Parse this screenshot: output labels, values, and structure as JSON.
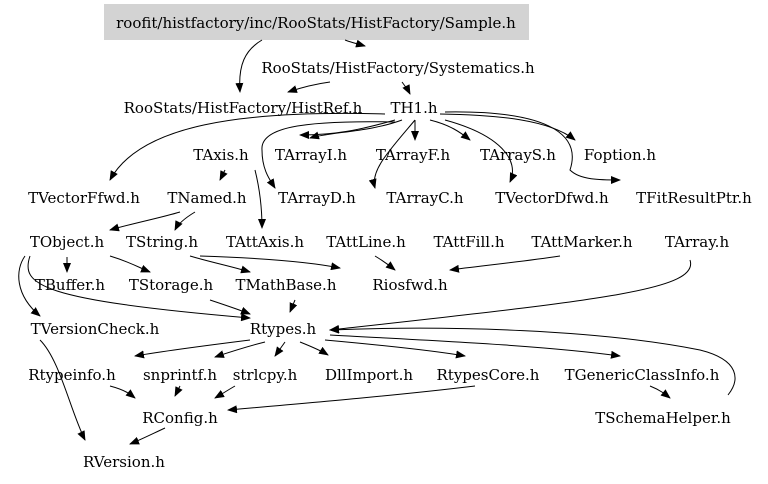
{
  "graph": {
    "root": "roofit/histfactory/inc/RooStats/HistFactory/Sample.h",
    "colors": {
      "root_fill": "#d3d3d3",
      "edge": "#000000",
      "text": "#000000",
      "background": "#ffffff"
    },
    "nodes": [
      {
        "id": "sample",
        "label": "roofit/histfactory/inc/RooStats/HistFactory/Sample.h"
      },
      {
        "id": "systematics",
        "label": "RooStats/HistFactory/Systematics.h"
      },
      {
        "id": "histref",
        "label": "RooStats/HistFactory/HistRef.h"
      },
      {
        "id": "th1",
        "label": "TH1.h"
      },
      {
        "id": "taxis",
        "label": "TAxis.h"
      },
      {
        "id": "tarrayi",
        "label": "TArrayI.h"
      },
      {
        "id": "tarrayf",
        "label": "TArrayF.h"
      },
      {
        "id": "tarrays",
        "label": "TArrayS.h"
      },
      {
        "id": "foption",
        "label": "Foption.h"
      },
      {
        "id": "tvectorffwd",
        "label": "TVectorFfwd.h"
      },
      {
        "id": "tnamed",
        "label": "TNamed.h"
      },
      {
        "id": "tarrayd",
        "label": "TArrayD.h"
      },
      {
        "id": "tarrayc",
        "label": "TArrayC.h"
      },
      {
        "id": "tvectordfwd",
        "label": "TVectorDfwd.h"
      },
      {
        "id": "tfitresultptr",
        "label": "TFitResultPtr.h"
      },
      {
        "id": "tobject",
        "label": "TObject.h"
      },
      {
        "id": "tstring",
        "label": "TString.h"
      },
      {
        "id": "tattaxis",
        "label": "TAttAxis.h"
      },
      {
        "id": "tattline",
        "label": "TAttLine.h"
      },
      {
        "id": "tattfill",
        "label": "TAttFill.h"
      },
      {
        "id": "tattmarker",
        "label": "TAttMarker.h"
      },
      {
        "id": "tarray",
        "label": "TArray.h"
      },
      {
        "id": "tbuffer",
        "label": "TBuffer.h"
      },
      {
        "id": "tstorage",
        "label": "TStorage.h"
      },
      {
        "id": "tmathbase",
        "label": "TMathBase.h"
      },
      {
        "id": "riosfwd",
        "label": "Riosfwd.h"
      },
      {
        "id": "tversioncheck",
        "label": "TVersionCheck.h"
      },
      {
        "id": "rtypes",
        "label": "Rtypes.h"
      },
      {
        "id": "rtypeinfo",
        "label": "Rtypeinfo.h"
      },
      {
        "id": "snprintf",
        "label": "snprintf.h"
      },
      {
        "id": "strlcpy",
        "label": "strlcpy.h"
      },
      {
        "id": "dllimport",
        "label": "DllImport.h"
      },
      {
        "id": "rtypescore",
        "label": "RtypesCore.h"
      },
      {
        "id": "tgenericclassinfo",
        "label": "TGenericClassInfo.h"
      },
      {
        "id": "rconfig",
        "label": "RConfig.h"
      },
      {
        "id": "tschemahelper",
        "label": "TSchemaHelper.h"
      },
      {
        "id": "rversion",
        "label": "RVersion.h"
      }
    ],
    "edges": [
      [
        "sample",
        "systematics"
      ],
      [
        "sample",
        "histref"
      ],
      [
        "systematics",
        "histref"
      ],
      [
        "systematics",
        "th1"
      ],
      [
        "th1",
        "taxis"
      ],
      [
        "th1",
        "tarrayi"
      ],
      [
        "th1",
        "tarrayf"
      ],
      [
        "th1",
        "tarrays"
      ],
      [
        "th1",
        "foption"
      ],
      [
        "th1",
        "tvectorffwd"
      ],
      [
        "th1",
        "tarrayd"
      ],
      [
        "th1",
        "tarrayc"
      ],
      [
        "th1",
        "tvectordfwd"
      ],
      [
        "th1",
        "tfitresultptr"
      ],
      [
        "taxis",
        "tnamed"
      ],
      [
        "taxis",
        "tattaxis"
      ],
      [
        "tnamed",
        "tobject"
      ],
      [
        "tnamed",
        "tstring"
      ],
      [
        "tobject",
        "tbuffer"
      ],
      [
        "tobject",
        "tstorage"
      ],
      [
        "tobject",
        "tversioncheck"
      ],
      [
        "tobject",
        "rtypes"
      ],
      [
        "tstring",
        "tmathbase"
      ],
      [
        "tstring",
        "riosfwd"
      ],
      [
        "tattline",
        "riosfwd"
      ],
      [
        "tattmarker",
        "riosfwd"
      ],
      [
        "tarray",
        "rtypes"
      ],
      [
        "tmathbase",
        "rtypes"
      ],
      [
        "tstorage",
        "rtypes"
      ],
      [
        "tschemahelper",
        "rtypes"
      ],
      [
        "rtypes",
        "rtypeinfo"
      ],
      [
        "rtypes",
        "snprintf"
      ],
      [
        "rtypes",
        "strlcpy"
      ],
      [
        "rtypes",
        "dllimport"
      ],
      [
        "rtypes",
        "rtypescore"
      ],
      [
        "rtypes",
        "tgenericclassinfo"
      ],
      [
        "rtypeinfo",
        "rconfig"
      ],
      [
        "snprintf",
        "rconfig"
      ],
      [
        "strlcpy",
        "rconfig"
      ],
      [
        "rtypescore",
        "rconfig"
      ],
      [
        "tgenericclassinfo",
        "tschemahelper"
      ],
      [
        "tversioncheck",
        "rversion"
      ],
      [
        "rconfig",
        "rversion"
      ]
    ]
  }
}
